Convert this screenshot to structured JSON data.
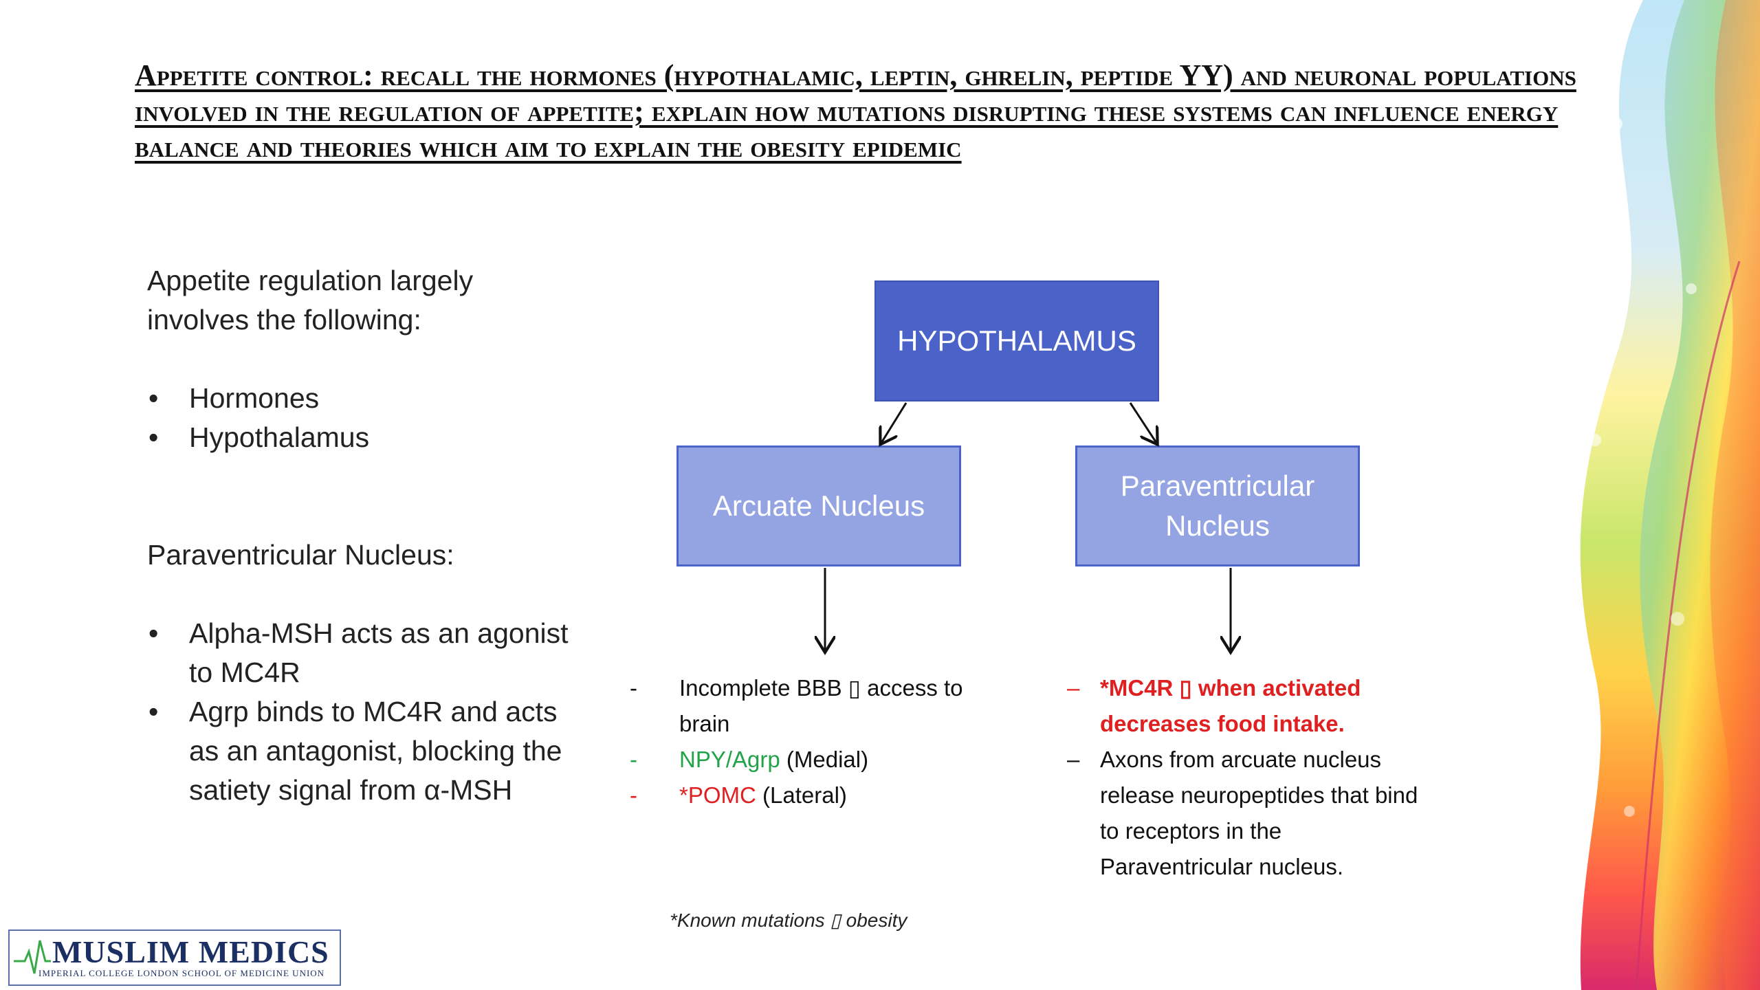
{
  "title": "Appetite control: recall the hormones (hypothalamic, leptin, ghrelin, peptide YY) and neuronal populations involved in the regulation of appetite; explain how mutations disrupting these systems can influence energy balance and theories which aim to explain the obesity epidemic",
  "left": {
    "intro": "Appetite regulation largely involves the following:",
    "bullets1": [
      "Hormones",
      "Hypothalamus"
    ],
    "pvn_heading": "Paraventricular Nucleus:",
    "bullets2": [
      "Alpha-MSH acts as an agonist to MC4R",
      "Agrp binds to MC4R and acts as an antagonist, blocking the satiety signal from α-MSH"
    ]
  },
  "diagram": {
    "top": "HYPOTHALAMUS",
    "left_box": "Arcuate Nucleus",
    "right_box_line1": "Paraventricular",
    "right_box_line2": "Nucleus",
    "arcuate_points": {
      "dash": "-",
      "p1": "Incomplete BBB ▯ access to brain",
      "p2_colored": "NPY/Agrp",
      "p2_rest": " (Medial)",
      "p3_colored": "*POMC",
      "p3_rest": " (Lateral)"
    },
    "pvn_points": {
      "dash": "–",
      "p1": " *MC4R ▯ when activated decreases food intake.",
      "p2": "Axons from arcuate nucleus release neuropeptides that bind to receptors in the Paraventricular nucleus."
    }
  },
  "footnote": "*Known mutations ▯ obesity",
  "logo": {
    "main": "MUSLIM MEDICS",
    "sub": "IMPERIAL COLLEGE LONDON SCHOOL OF MEDICINE UNION"
  },
  "colors": {
    "hypothalamus_box": "#4b62c8",
    "sub_box": "#94a4e3",
    "green": "#22a34a",
    "red": "#e02020"
  }
}
